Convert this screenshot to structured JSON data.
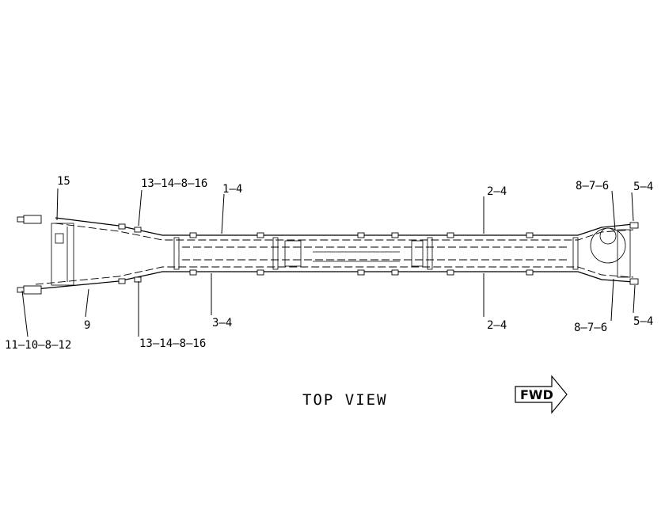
{
  "callouts": {
    "c15": "15",
    "c13_top": "13–14–8–16",
    "c1_4": "1–4",
    "c2_4_top": "2–4",
    "c8_7_6_top": "8–7–6",
    "c5_4_top": "5–4",
    "c9": "9",
    "c11_10_8_12": "11–10–8–12",
    "c13_bottom": "13–14–8–16",
    "c3_4": "3–4",
    "c2_4_bottom": "2–4",
    "c8_7_6_bottom": "8–7–6",
    "c5_4_bottom": "5–4"
  },
  "view_title": "TOP VIEW",
  "direction_label": "FWD"
}
